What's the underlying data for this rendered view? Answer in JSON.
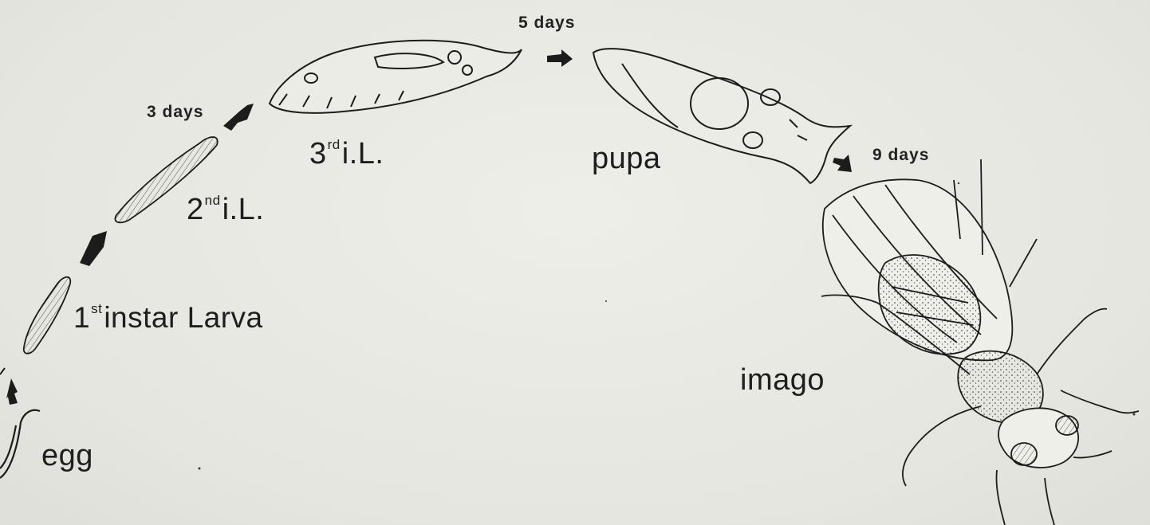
{
  "diagram": {
    "stages": {
      "egg": "egg",
      "first_instar": {
        "number": "1",
        "suffix": "st",
        "text": "instar Larva"
      },
      "second_instar": {
        "number": "2",
        "suffix": "nd",
        "text": "i.L."
      },
      "third_instar": {
        "number": "3",
        "suffix": "rd",
        "text": "i.L."
      },
      "pupa": "pupa",
      "imago": "imago"
    },
    "durations": {
      "larva_to_third": "3 days",
      "to_pupa": "5 days",
      "to_imago": "9 days"
    },
    "colors": {
      "ink": "#1c1c1c",
      "paper": "#e9e9e4"
    }
  }
}
